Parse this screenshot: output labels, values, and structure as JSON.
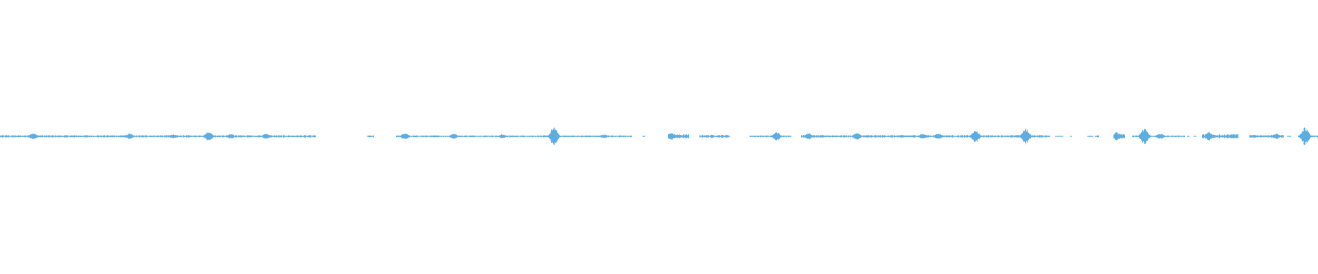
{
  "waveform": {
    "color": "#5dade2",
    "baseline_color": "#5dade2",
    "amplitude_scale": 1.0,
    "segments": [
      {
        "start": 0.0,
        "end": 0.239,
        "level": 0.12,
        "peaks": [
          [
            0.025,
            0.35
          ],
          [
            0.098,
            0.28
          ],
          [
            0.131,
            0.22
          ],
          [
            0.158,
            0.55
          ],
          [
            0.175,
            0.25
          ],
          [
            0.202,
            0.3
          ]
        ]
      },
      {
        "start": 0.279,
        "end": 0.283,
        "level": 0.1,
        "peaks": []
      },
      {
        "start": 0.301,
        "end": 0.479,
        "level": 0.1,
        "peaks": [
          [
            0.307,
            0.35
          ],
          [
            0.344,
            0.3
          ],
          [
            0.381,
            0.22
          ],
          [
            0.42,
            1.0
          ],
          [
            0.458,
            0.2
          ]
        ]
      },
      {
        "start": 0.488,
        "end": 0.489,
        "level": 0.06,
        "peaks": []
      },
      {
        "start": 0.507,
        "end": 0.522,
        "level": 0.22,
        "peaks": [
          [
            0.509,
            0.4
          ]
        ]
      },
      {
        "start": 0.531,
        "end": 0.553,
        "level": 0.16,
        "peaks": []
      },
      {
        "start": 0.569,
        "end": 0.6,
        "level": 0.1,
        "peaks": [
          [
            0.589,
            0.45
          ]
        ]
      },
      {
        "start": 0.608,
        "end": 0.796,
        "level": 0.13,
        "peaks": [
          [
            0.613,
            0.35
          ],
          [
            0.65,
            0.35
          ],
          [
            0.7,
            0.3
          ],
          [
            0.712,
            0.32
          ],
          [
            0.74,
            0.65
          ],
          [
            0.778,
            0.85
          ]
        ]
      },
      {
        "start": 0.801,
        "end": 0.806,
        "level": 0.05,
        "peaks": []
      },
      {
        "start": 0.812,
        "end": 0.813,
        "level": 0.05,
        "peaks": []
      },
      {
        "start": 0.825,
        "end": 0.829,
        "level": 0.08,
        "peaks": []
      },
      {
        "start": 0.831,
        "end": 0.833,
        "level": 0.1,
        "peaks": []
      },
      {
        "start": 0.845,
        "end": 0.853,
        "level": 0.28,
        "peaks": [
          [
            0.847,
            0.45
          ]
        ]
      },
      {
        "start": 0.859,
        "end": 0.898,
        "level": 0.1,
        "peaks": [
          [
            0.868,
            0.85
          ],
          [
            0.88,
            0.3
          ]
        ]
      },
      {
        "start": 0.901,
        "end": 0.902,
        "level": 0.06,
        "peaks": []
      },
      {
        "start": 0.906,
        "end": 0.907,
        "level": 0.06,
        "peaks": []
      },
      {
        "start": 0.912,
        "end": 0.939,
        "level": 0.22,
        "peaks": [
          [
            0.917,
            0.45
          ],
          [
            0.935,
            0.25
          ]
        ]
      },
      {
        "start": 0.948,
        "end": 0.973,
        "level": 0.15,
        "peaks": [
          [
            0.968,
            0.3
          ]
        ]
      },
      {
        "start": 0.977,
        "end": 0.979,
        "level": 0.06,
        "peaks": []
      },
      {
        "start": 0.985,
        "end": 1.0,
        "level": 0.1,
        "peaks": [
          [
            0.99,
            1.0
          ]
        ]
      }
    ]
  }
}
